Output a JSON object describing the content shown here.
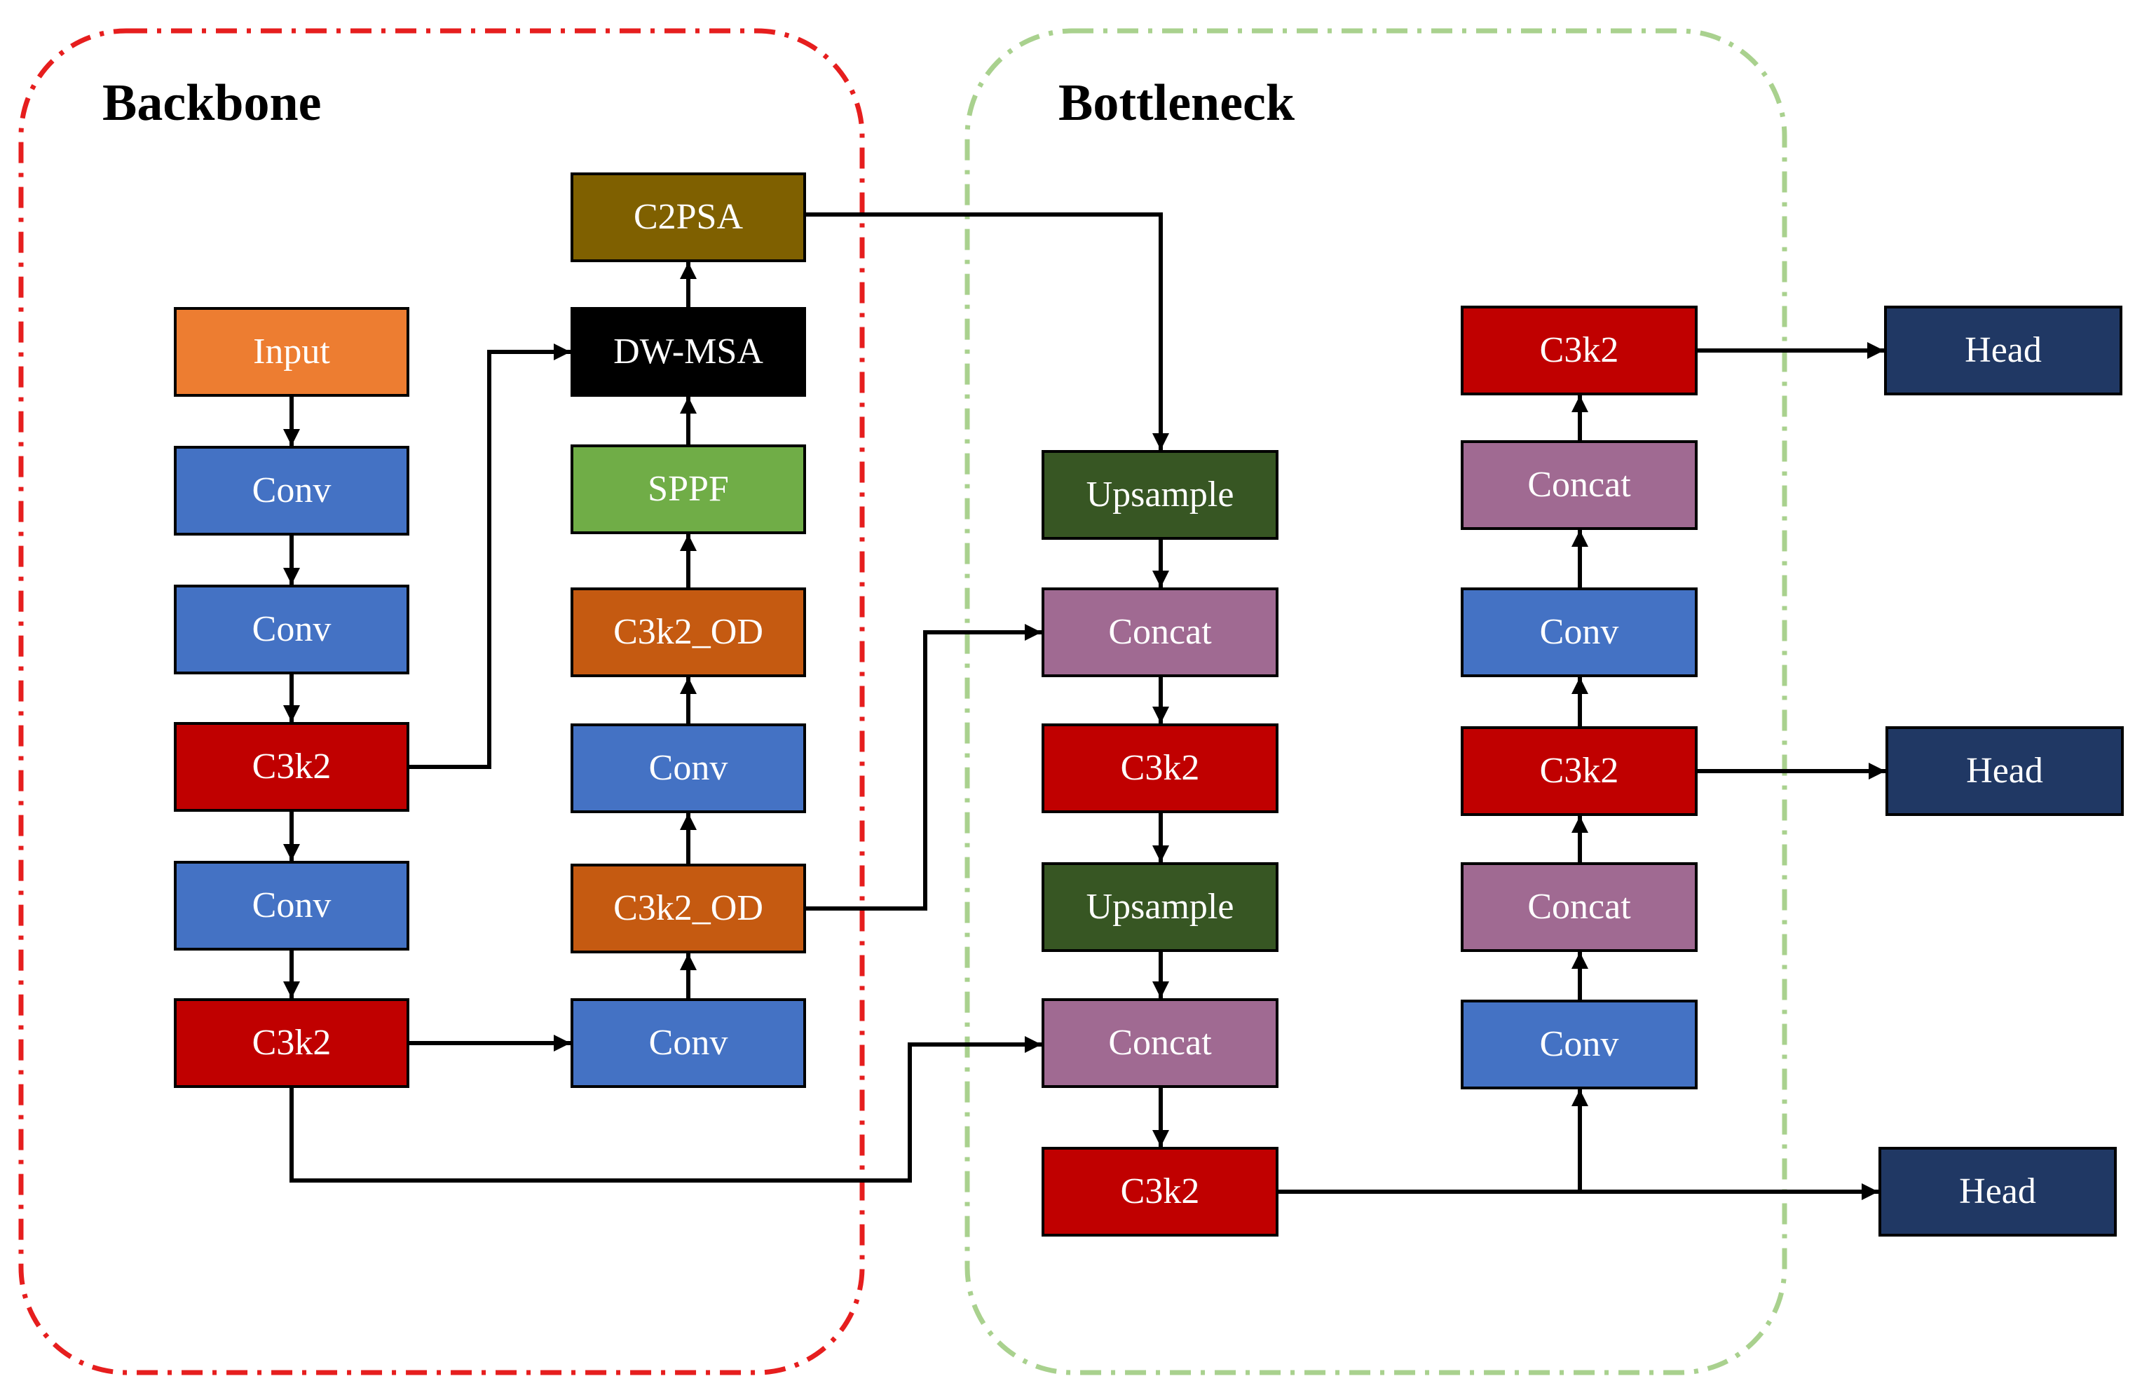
{
  "regions": {
    "backbone": {
      "title": "Backbone",
      "border_color": "#e61e1e"
    },
    "bottleneck": {
      "title": "Bottleneck",
      "border_color": "#a9d18e"
    }
  },
  "colors": {
    "input": "#ed7d31",
    "conv": "#4472c4",
    "c3k2": "#c00000",
    "c3k2_od": "#c55a11",
    "sppf": "#70ad47",
    "dwmsa": "#000000",
    "c2psa": "#7f6000",
    "upsample": "#375623",
    "concat": "#a06a92",
    "head": "#203864",
    "arrow": "#000000"
  },
  "nodes": {
    "b_input": {
      "label": "Input",
      "kind": "input",
      "icon": "none"
    },
    "b_conv1": {
      "label": "Conv",
      "kind": "conv"
    },
    "b_conv2": {
      "label": "Conv",
      "kind": "conv"
    },
    "b_c3k2_1": {
      "label": "C3k2",
      "kind": "c3k2"
    },
    "b_conv3": {
      "label": "Conv",
      "kind": "conv"
    },
    "b_c3k2_2": {
      "label": "C3k2",
      "kind": "c3k2"
    },
    "b_conv4": {
      "label": "Conv",
      "kind": "conv"
    },
    "b_c3k2od_1": {
      "label": "C3k2_OD",
      "kind": "c3k2_od"
    },
    "b_conv5": {
      "label": "Conv",
      "kind": "conv"
    },
    "b_c3k2od_2": {
      "label": "C3k2_OD",
      "kind": "c3k2_od"
    },
    "b_sppf": {
      "label": "SPPF",
      "kind": "sppf"
    },
    "b_dwmsa": {
      "label": "DW-MSA",
      "kind": "dwmsa"
    },
    "b_c2psa": {
      "label": "C2PSA",
      "kind": "c2psa"
    },
    "n_up1": {
      "label": "Upsample",
      "kind": "upsample"
    },
    "n_concat1": {
      "label": "Concat",
      "kind": "concat"
    },
    "n_c3k2_1": {
      "label": "C3k2",
      "kind": "c3k2"
    },
    "n_up2": {
      "label": "Upsample",
      "kind": "upsample"
    },
    "n_concat2": {
      "label": "Concat",
      "kind": "concat"
    },
    "n_c3k2_2": {
      "label": "C3k2",
      "kind": "c3k2"
    },
    "n_conv_a": {
      "label": "Conv",
      "kind": "conv"
    },
    "n_concat3": {
      "label": "Concat",
      "kind": "concat"
    },
    "n_c3k2_3": {
      "label": "C3k2",
      "kind": "c3k2"
    },
    "n_conv_b": {
      "label": "Conv",
      "kind": "conv"
    },
    "n_concat4": {
      "label": "Concat",
      "kind": "concat"
    },
    "n_c3k2_4": {
      "label": "C3k2",
      "kind": "c3k2"
    },
    "head_1": {
      "label": "Head",
      "kind": "head"
    },
    "head_2": {
      "label": "Head",
      "kind": "head"
    },
    "head_3": {
      "label": "Head",
      "kind": "head"
    }
  },
  "edges": [
    [
      "b_input",
      "b_conv1"
    ],
    [
      "b_conv1",
      "b_conv2"
    ],
    [
      "b_conv2",
      "b_c3k2_1"
    ],
    [
      "b_c3k2_1",
      "b_conv3"
    ],
    [
      "b_conv3",
      "b_c3k2_2"
    ],
    [
      "b_c3k2_2",
      "b_conv4"
    ],
    [
      "b_conv4",
      "b_c3k2od_1"
    ],
    [
      "b_c3k2od_1",
      "b_conv5"
    ],
    [
      "b_conv5",
      "b_c3k2od_2"
    ],
    [
      "b_c3k2od_2",
      "b_sppf"
    ],
    [
      "b_sppf",
      "b_dwmsa"
    ],
    [
      "b_dwmsa",
      "b_c2psa"
    ],
    [
      "b_c3k2_1",
      "b_dwmsa"
    ],
    [
      "b_c2psa",
      "n_up1"
    ],
    [
      "b_c3k2od_1",
      "n_concat1"
    ],
    [
      "b_c3k2_2",
      "n_concat2"
    ],
    [
      "n_up1",
      "n_concat1"
    ],
    [
      "n_concat1",
      "n_c3k2_1"
    ],
    [
      "n_c3k2_1",
      "n_up2"
    ],
    [
      "n_up2",
      "n_concat2"
    ],
    [
      "n_concat2",
      "n_c3k2_2"
    ],
    [
      "n_c3k2_2",
      "n_conv_a"
    ],
    [
      "n_c3k2_2",
      "head_3"
    ],
    [
      "n_conv_a",
      "n_concat3"
    ],
    [
      "n_concat3",
      "n_c3k2_3"
    ],
    [
      "n_c3k2_3",
      "head_2"
    ],
    [
      "n_c3k2_3",
      "n_conv_b"
    ],
    [
      "n_conv_b",
      "n_concat4"
    ],
    [
      "n_concat4",
      "n_c3k2_4"
    ],
    [
      "n_c3k2_4",
      "head_1"
    ]
  ]
}
